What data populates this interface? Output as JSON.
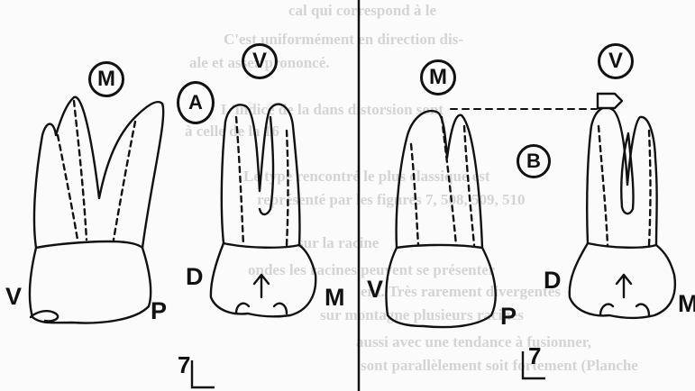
{
  "figure": {
    "left_panel": {
      "view_label": "A",
      "circles": [
        "M",
        "V"
      ],
      "side_labels": [
        "V",
        "P",
        "D",
        "M"
      ],
      "scale_mark": "7"
    },
    "right_panel": {
      "view_label": "B",
      "circles": [
        "M",
        "V"
      ],
      "side_labels": [
        "V",
        "P",
        "D",
        "M"
      ],
      "scale_mark": "7"
    }
  },
  "background_text": [
    "cal qui correspond à le",
    "C'est uniformément en direction dis-",
    "ale et assez prononcé.",
    "L'indice de la dans distorsion sont",
    "à celle de la 16",
    "Le type rencontré le plus classique est",
    "représenté par les figures 7, 508, 509, 510",
    "sur la racine",
    "ondes les racines peuvent se présenter",
    "ent. Très rarement divergentes",
    "sur montagne plusieurs racines",
    "aussi avec une tendance à fusionner,",
    "sont parallèlement soit fortement (Planche"
  ],
  "colors": {
    "ink": "#111111",
    "paper": "#fbfbfb",
    "ghost": "#c8c8c8"
  }
}
